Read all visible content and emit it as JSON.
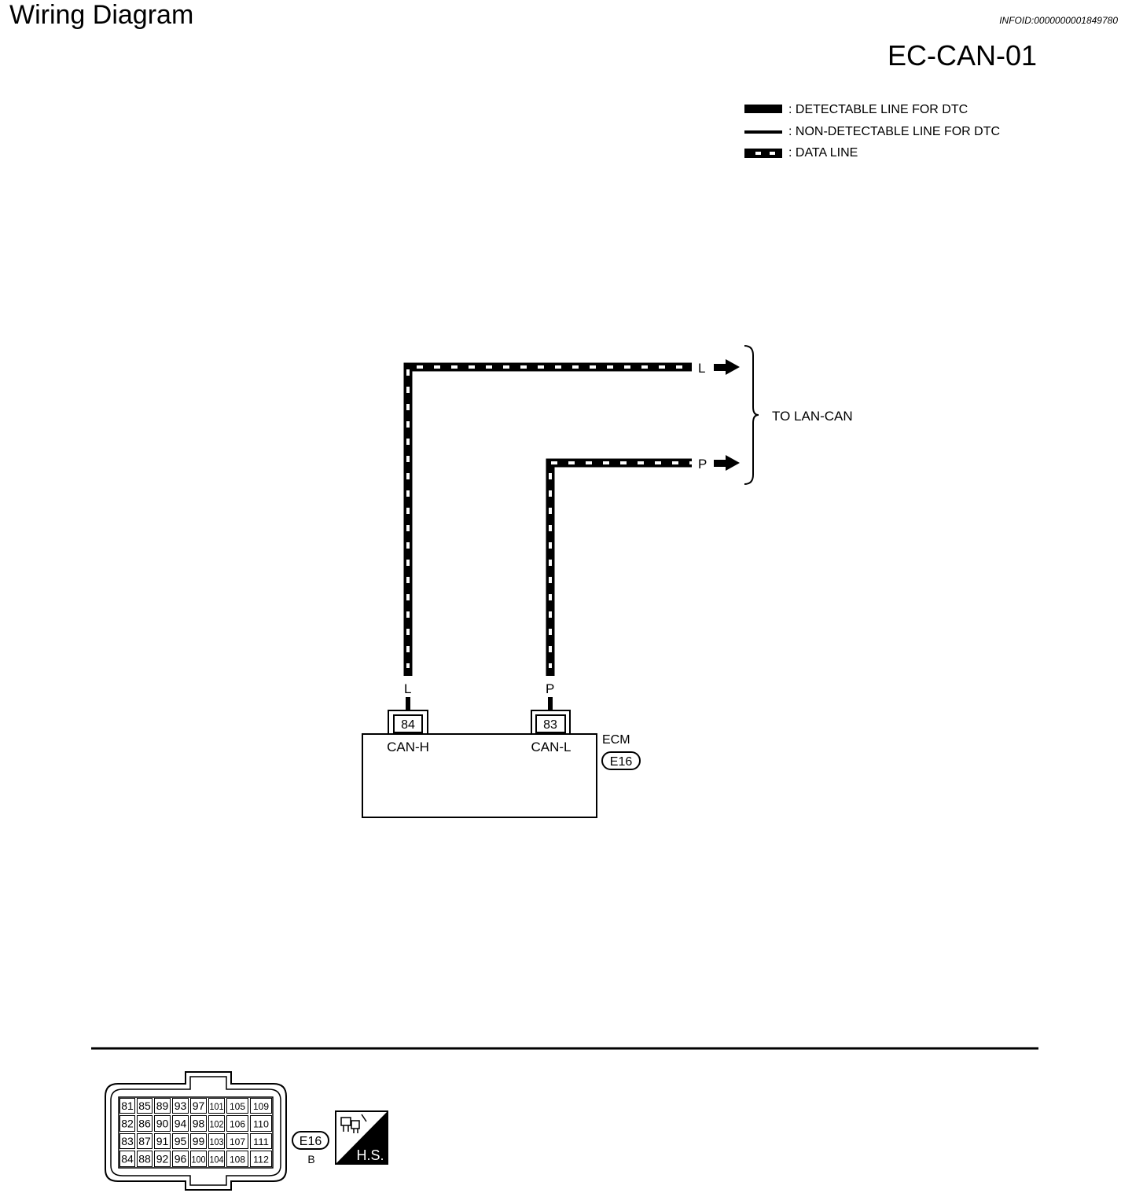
{
  "header": {
    "title": "Wiring Diagram",
    "info_id": "INFOID:0000000001849780",
    "diagram_code": "EC-CAN-01"
  },
  "legend": [
    {
      "style": "detectable",
      "label": ": DETECTABLE LINE FOR DTC"
    },
    {
      "style": "non-detectable",
      "label": ": NON-DETECTABLE LINE FOR DTC"
    },
    {
      "style": "data",
      "label": ": DATA LINE"
    }
  ],
  "wires": {
    "can_h": {
      "color_code": "L",
      "terminal": "84",
      "signal": "CAN-H"
    },
    "can_l": {
      "color_code": "P",
      "terminal": "83",
      "signal": "CAN-L"
    }
  },
  "destination": "TO LAN-CAN",
  "ecm": {
    "name": "ECM",
    "connector_id": "E16"
  },
  "connector_view": {
    "id": "E16",
    "color": "B",
    "badge_text": "H.S.",
    "pins": [
      [
        "81",
        "85",
        "89",
        "93",
        "97",
        "101",
        "105",
        "109"
      ],
      [
        "82",
        "86",
        "90",
        "94",
        "98",
        "102",
        "106",
        "110"
      ],
      [
        "83",
        "87",
        "91",
        "95",
        "99",
        "103",
        "107",
        "111"
      ],
      [
        "84",
        "88",
        "92",
        "96",
        "100",
        "104",
        "108",
        "112"
      ]
    ]
  }
}
